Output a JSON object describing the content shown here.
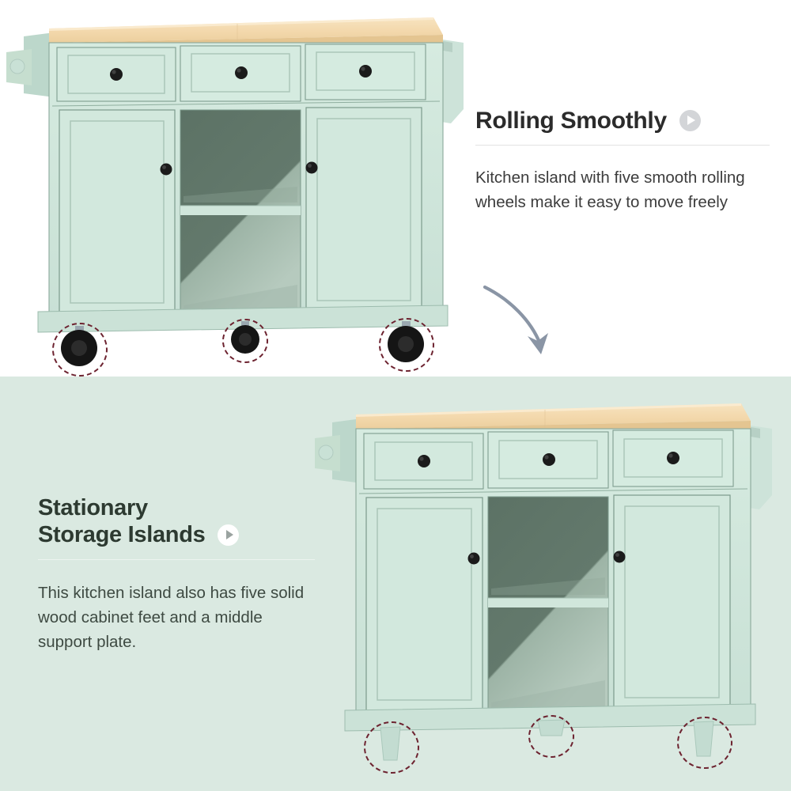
{
  "page": {
    "title": "Kitchen Island Feature Infographic",
    "background": "#ffffff",
    "bottom_panel_background": "#dae9e1"
  },
  "sections": [
    {
      "id": "rolling",
      "heading": "Rolling Smoothly",
      "body": "Kitchen island with five smooth rolling wheels make it easy to move freely",
      "badge_icon": "play-chevron-icon",
      "badge_style": "gray",
      "text_side": "right"
    },
    {
      "id": "stationary",
      "heading_line_1": "Stationary",
      "heading_line_2": "Storage Islands",
      "body": "This kitchen island also has five solid wood cabinet feet and a middle support plate.",
      "badge_icon": "play-chevron-icon",
      "badge_style": "white",
      "text_side": "left"
    }
  ],
  "product": {
    "name": "Kitchen Island Cart",
    "colors": {
      "cabinet": "#cfe5da",
      "cabinet_shadow": "#b9d4c8",
      "cabinet_line": "#7e9c8e",
      "countertop": "#f2d9ae",
      "countertop_edge": "#e0bf8c",
      "interior": "#5f7566",
      "knob": "#1c1c1c",
      "highlight_ring": "#6d2330",
      "arrow": "#8a95a5"
    },
    "features": {
      "drawers": 3,
      "cabinet_doors": 2,
      "open_shelves": 2,
      "knobs": 5,
      "towel_bar_bracket": "left",
      "drop_leaf": "right"
    }
  },
  "annotations": {
    "top_island_base": "wheels",
    "top_island_highlights": 3,
    "bottom_island_base": "wooden-feet",
    "bottom_island_highlights": 3,
    "transition_arrow": "curved-down-arrow"
  }
}
